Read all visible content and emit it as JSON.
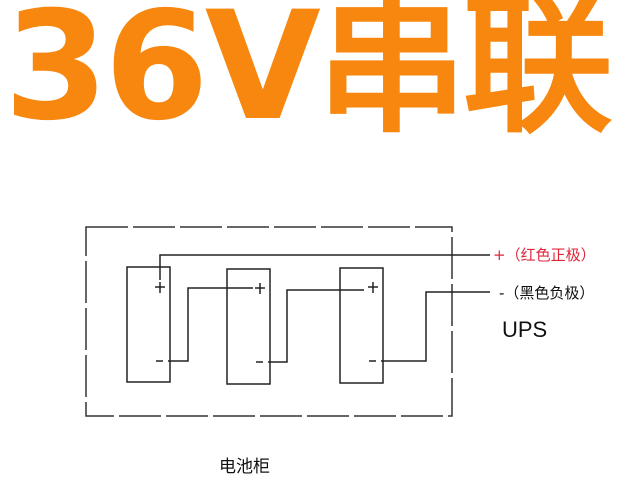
{
  "title": "36V串联",
  "colors": {
    "title": "#f7870e",
    "positive_label": "#e0263b",
    "lines": "#222222",
    "background": "#ffffff"
  },
  "diagram": {
    "type": "series battery wiring",
    "battery_count": 3,
    "batteries": [
      {
        "plus": "+",
        "minus": "-"
      },
      {
        "plus": "+",
        "minus": "-"
      },
      {
        "plus": "+",
        "minus": "-"
      }
    ],
    "labels": {
      "positive": "+（红色正极）",
      "negative": "-（黑色负极）",
      "ups": "UPS",
      "cabinet": "电池柜"
    }
  }
}
